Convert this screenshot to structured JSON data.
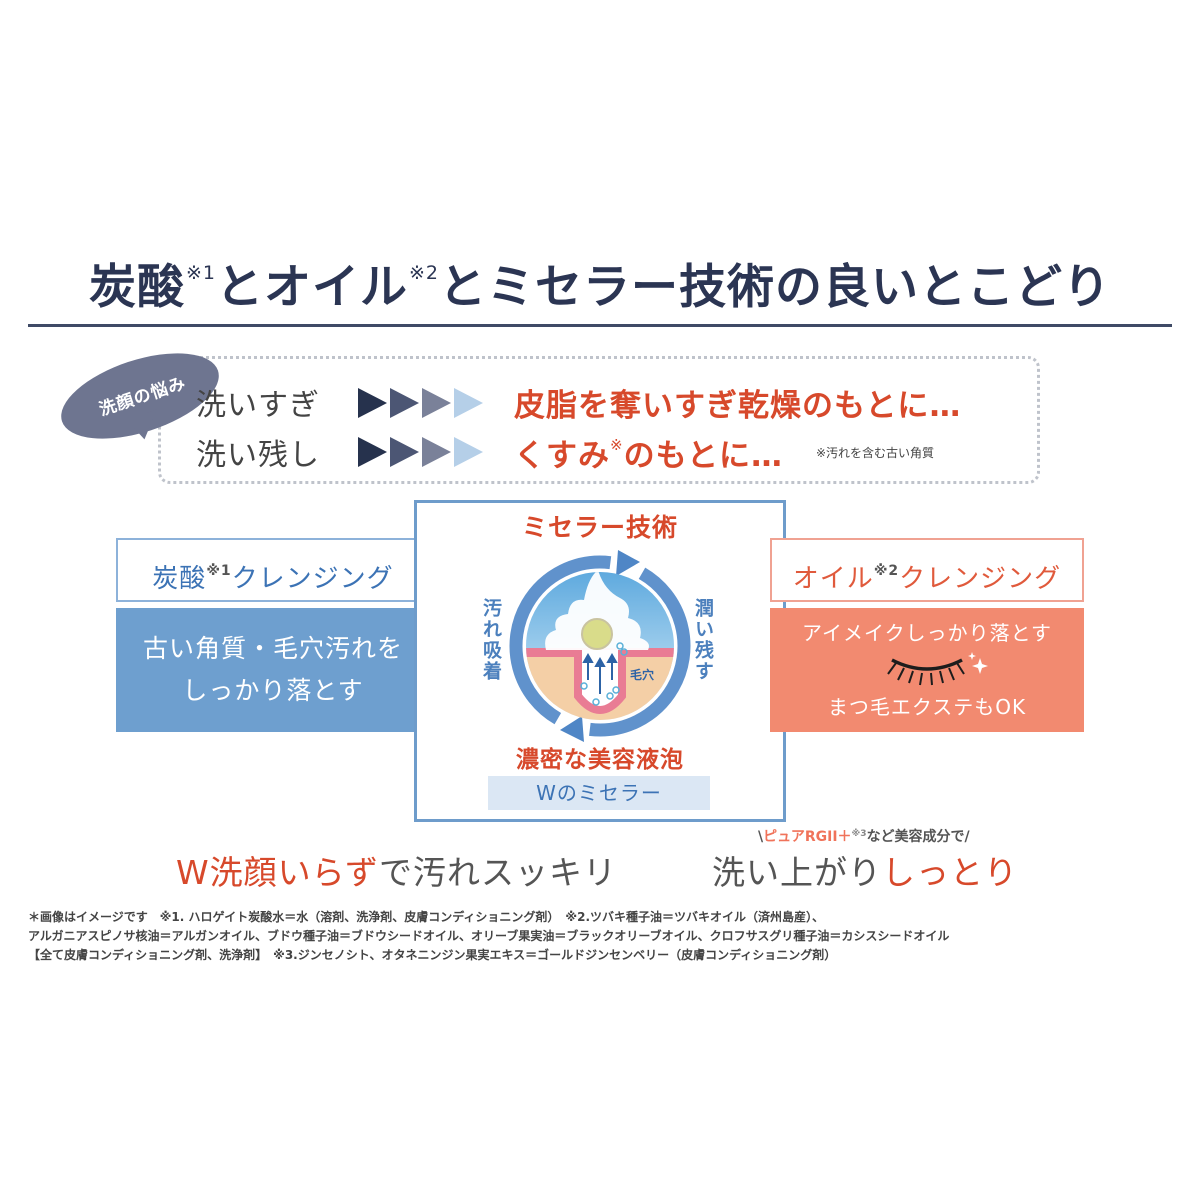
{
  "headline": {
    "part1": "炭酸",
    "sup1": "※1",
    "part2": "とオイル",
    "sup2": "※2",
    "part3": "とミセラー技術の良いとこどり"
  },
  "concerns": {
    "bubble_label": "洗顔の悩み",
    "rows": [
      {
        "label": "洗いすぎ",
        "result": "皮脂を奪いすぎ乾燥のもとに…"
      },
      {
        "label": "洗い残し",
        "result_prefix": "くすみ",
        "result_sup": "※",
        "result_suffix": "のもとに…",
        "note": "※汚れを含む古い角質"
      }
    ],
    "arrow_colors": [
      "#26324d",
      "#4c5674",
      "#7a8199",
      "#b5cfe8"
    ]
  },
  "left_card": {
    "title_prefix": "炭酸",
    "title_sup": "※1",
    "title_suffix": "クレンジング",
    "body_line1": "古い角質・毛穴汚れを",
    "body_line2": "しっかり落とす",
    "color": "#6e9fcf"
  },
  "center_card": {
    "title": "ミセラー技術",
    "left_vertical": "汚れ吸着",
    "right_vertical": "潤い残す",
    "pore_label": "毛穴",
    "subtitle": "濃密な美容液泡",
    "badge": "Wのミセラー"
  },
  "right_card": {
    "title_prefix": "オイル",
    "title_sup": "※2",
    "title_suffix": "クレンジング",
    "body_line1": "アイメイクしっかり落とす",
    "body_line2": "まつ毛エクステもOK",
    "icon": "eyelash-icon",
    "color": "#f28a70"
  },
  "taglines": {
    "left_highlight": "W洗顔いらず",
    "left_rest": "で汚れスッキリ",
    "note_open": "\\",
    "note_highlight": "ピュアRGII＋",
    "note_sup": "※3",
    "note_rest": "など美容成分で/",
    "right_rest": "洗い上がり",
    "right_highlight": "しっとり"
  },
  "footnotes": [
    "＊画像はイメージです　※1. ハロゲイト炭酸水＝水（溶剤、洗浄剤、皮膚コンディショニング剤）　※2.ツバキ種子油＝ツバキオイル（済州島産）、",
    "アルガニアスピノサ核油＝アルガンオイル、ブドウ種子油＝ブドウシードオイル、オリーブ果実油＝ブラックオリーブオイル、クロフサスグリ種子油＝カシスシードオイル",
    "【全て皮膚コンディショニング剤、洗浄剤】　※3.ジンセノシト、オタネニンジン果実エキス＝ゴールドジンセンベリー（皮膚コンディショニング剤）"
  ]
}
